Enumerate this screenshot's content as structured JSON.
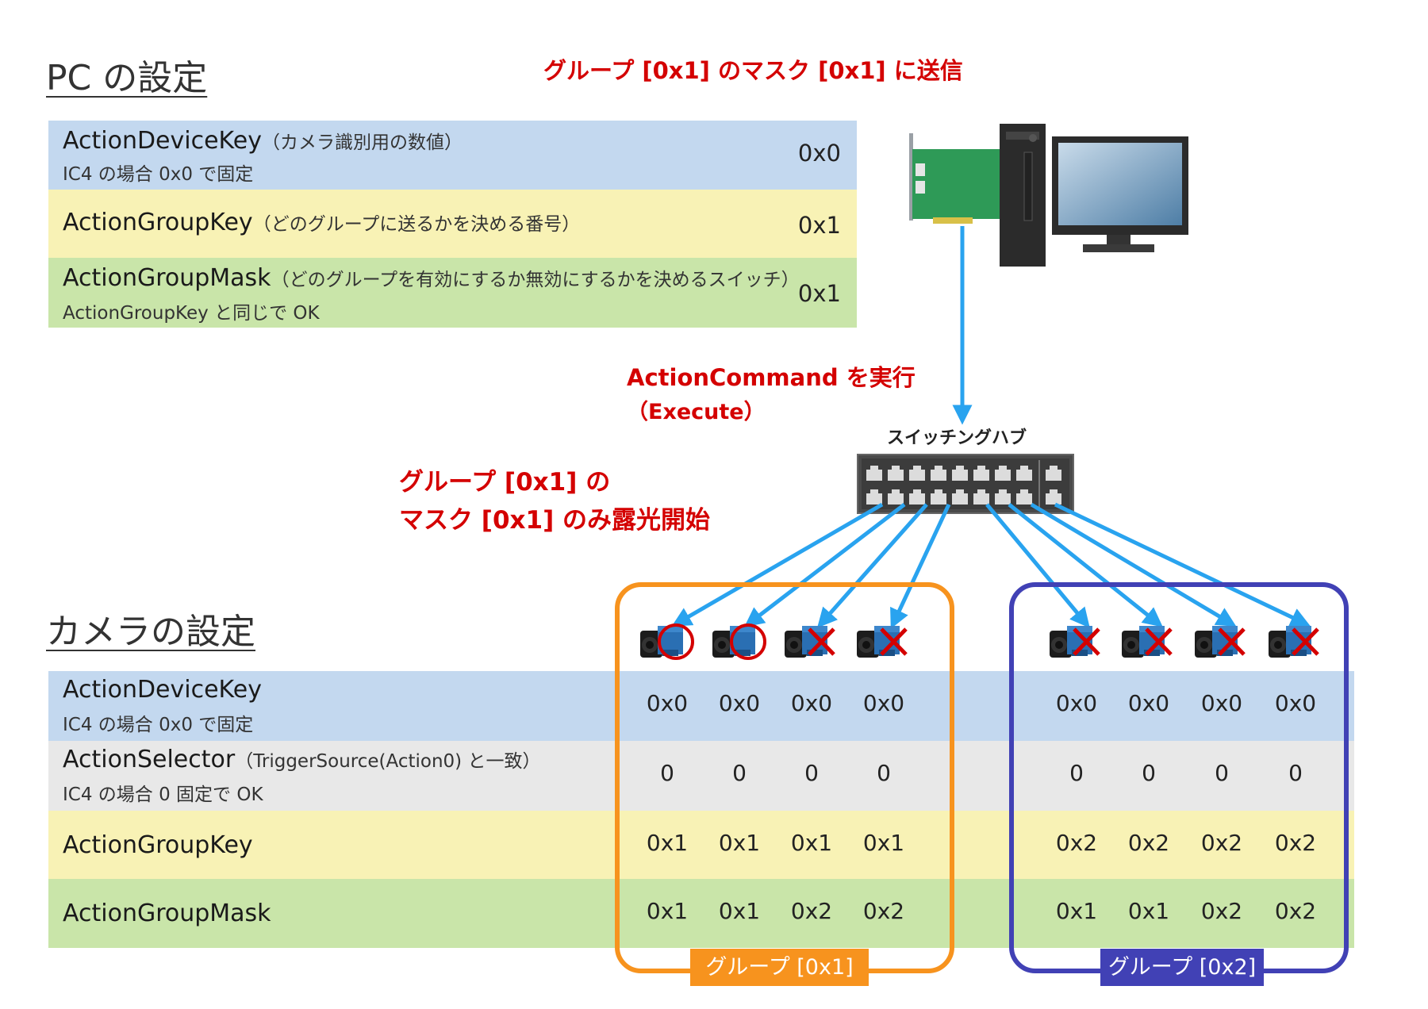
{
  "pc_section": {
    "title": "PC の設定",
    "rows": [
      {
        "name": "ActionDeviceKey",
        "note": "（カメラ識別用の数値）",
        "sub": "IC4 の場合 0x0 で固定",
        "value": "0x0",
        "color": "#c3d8ef"
      },
      {
        "name": "ActionGroupKey",
        "note": "（どのグループに送るかを決める番号）",
        "sub": "",
        "value": "0x1",
        "color": "#f8f2b5"
      },
      {
        "name": "ActionGroupMask",
        "note": "（どのグループを有効にするか無効にするかを決めるスイッチ）",
        "sub": "ActionGroupKey と同じで OK",
        "value": "0x1",
        "color": "#c9e5a9"
      }
    ]
  },
  "annotations": {
    "send": "グループ [0x1] のマスク [0x1] に送信",
    "command_line1": "ActionCommand を実行",
    "command_line2": "（Execute）",
    "exposure_line1": "グループ [0x1] の",
    "exposure_line2": "マスク [0x1] のみ露光開始"
  },
  "hub_label": "スイッチングハブ",
  "camera_section": {
    "title": "カメラの設定",
    "rows": [
      {
        "name": "ActionDeviceKey",
        "note": "",
        "sub": "IC4 の場合 0x0 で固定",
        "color": "#c3d8ef",
        "values": [
          "0x0",
          "0x0",
          "0x0",
          "0x0",
          "0x0",
          "0x0",
          "0x0",
          "0x0"
        ]
      },
      {
        "name": "ActionSelector",
        "note": "（TriggerSource(Action0) と一致）",
        "sub": "IC4 の場合 0 固定で OK",
        "color": "#e8e8e8",
        "values": [
          "0",
          "0",
          "0",
          "0",
          "0",
          "0",
          "0",
          "0"
        ]
      },
      {
        "name": "ActionGroupKey",
        "note": "",
        "sub": "",
        "color": "#f8f2b5",
        "values": [
          "0x1",
          "0x1",
          "0x1",
          "0x1",
          "0x2",
          "0x2",
          "0x2",
          "0x2"
        ]
      },
      {
        "name": "ActionGroupMask",
        "note": "",
        "sub": "",
        "color": "#c9e5a9",
        "values": [
          "0x1",
          "0x1",
          "0x2",
          "0x2",
          "0x1",
          "0x1",
          "0x2",
          "0x2"
        ]
      }
    ]
  },
  "groups": [
    {
      "label": "グループ [0x1]",
      "color": "#f7931e"
    },
    {
      "label": "グループ [0x2]",
      "color": "#4141b5"
    }
  ],
  "cameras": [
    {
      "status": "active",
      "status_icon": "circle-icon"
    },
    {
      "status": "active",
      "status_icon": "circle-icon"
    },
    {
      "status": "inactive",
      "status_icon": "cross-icon"
    },
    {
      "status": "inactive",
      "status_icon": "cross-icon"
    },
    {
      "status": "inactive",
      "status_icon": "cross-icon"
    },
    {
      "status": "inactive",
      "status_icon": "cross-icon"
    },
    {
      "status": "inactive",
      "status_icon": "cross-icon"
    },
    {
      "status": "inactive",
      "status_icon": "cross-icon"
    }
  ],
  "colors": {
    "arrow": "#29a3ef",
    "mark_red": "#d40000",
    "camera_blue": "#2a6fb3"
  }
}
